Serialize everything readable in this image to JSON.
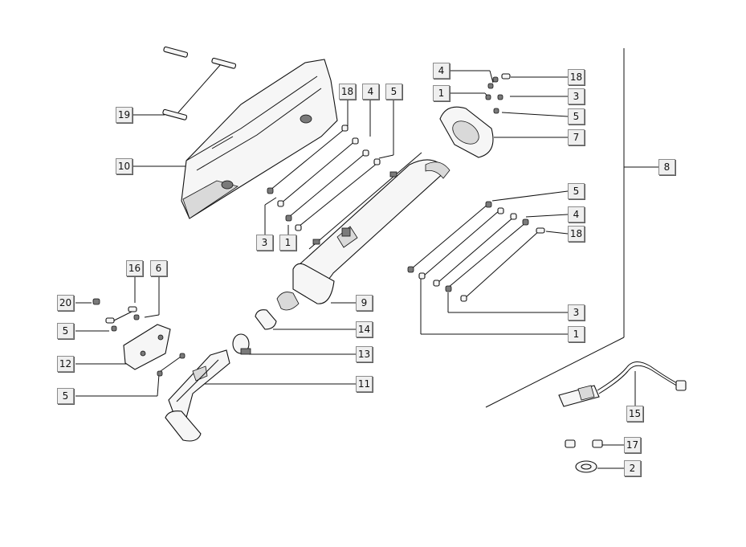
{
  "callouts": [
    {
      "id": "c19",
      "label": "19"
    },
    {
      "id": "c10",
      "label": "10"
    },
    {
      "id": "c18a",
      "label": "18"
    },
    {
      "id": "c4a",
      "label": "4"
    },
    {
      "id": "c5a",
      "label": "5"
    },
    {
      "id": "c3a",
      "label": "3"
    },
    {
      "id": "c1a",
      "label": "1"
    },
    {
      "id": "c4b",
      "label": "4"
    },
    {
      "id": "c1b",
      "label": "1"
    },
    {
      "id": "c18b",
      "label": "18"
    },
    {
      "id": "c3b",
      "label": "3"
    },
    {
      "id": "c5b",
      "label": "5"
    },
    {
      "id": "c7",
      "label": "7"
    },
    {
      "id": "c8",
      "label": "8"
    },
    {
      "id": "c5c",
      "label": "5"
    },
    {
      "id": "c4c",
      "label": "4"
    },
    {
      "id": "c18c",
      "label": "18"
    },
    {
      "id": "c3c",
      "label": "3"
    },
    {
      "id": "c1c",
      "label": "1"
    },
    {
      "id": "c16",
      "label": "16"
    },
    {
      "id": "c6",
      "label": "6"
    },
    {
      "id": "c20",
      "label": "20"
    },
    {
      "id": "c5d",
      "label": "5"
    },
    {
      "id": "c12",
      "label": "12"
    },
    {
      "id": "c5e",
      "label": "5"
    },
    {
      "id": "c9",
      "label": "9"
    },
    {
      "id": "c14",
      "label": "14"
    },
    {
      "id": "c13",
      "label": "13"
    },
    {
      "id": "c11",
      "label": "11"
    },
    {
      "id": "c15",
      "label": "15"
    },
    {
      "id": "c17",
      "label": "17"
    },
    {
      "id": "c2",
      "label": "2"
    }
  ]
}
